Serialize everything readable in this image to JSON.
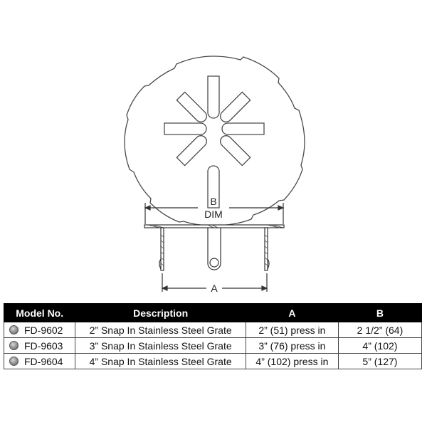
{
  "drawing": {
    "top_view": {
      "slot_count": 8,
      "outline_color": "#4a4a4a"
    },
    "side_view": {
      "dim_b_label": "B",
      "dim_b_sublabel": "DIM",
      "dim_a_label": "A"
    }
  },
  "table": {
    "header_bg": "#000000",
    "header_color": "#ffffff",
    "columns": [
      "Model No.",
      "Description",
      "A",
      "B"
    ],
    "rows": [
      {
        "model": "FD-9602",
        "description": "2” Snap In Stainless Steel Grate",
        "a": "2” (51) press in",
        "b": "2 1/2” (64)"
      },
      {
        "model": "FD-9603",
        "description": "3” Snap In Stainless Steel Grate",
        "a": "3” (76) press in",
        "b": "4” (102)"
      },
      {
        "model": "FD-9604",
        "description": "4” Snap In Stainless Steel Grate",
        "a": "4” (102) press in",
        "b": "5” (127)"
      }
    ]
  }
}
